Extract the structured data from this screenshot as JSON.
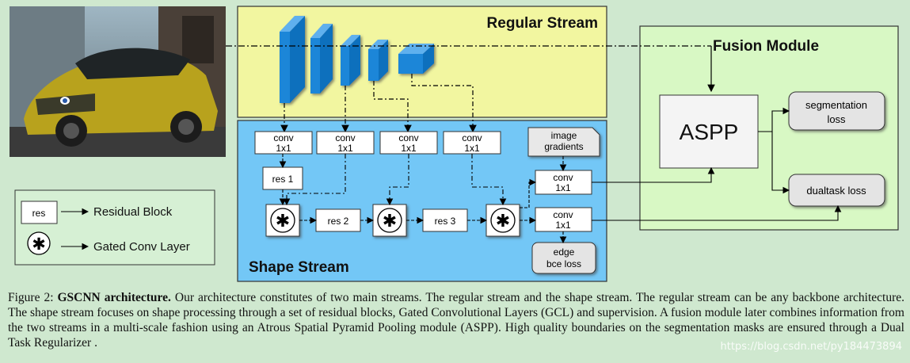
{
  "regular_stream": {
    "title": "Regular Stream"
  },
  "shape_stream": {
    "title": "Shape Stream"
  },
  "fusion_module": {
    "title": "Fusion Module",
    "aspp_label": "ASPP"
  },
  "conv_blocks": [
    {
      "line1": "conv",
      "line2": "1x1"
    },
    {
      "line1": "conv",
      "line2": "1x1"
    },
    {
      "line1": "conv",
      "line2": "1x1"
    },
    {
      "line1": "conv",
      "line2": "1x1"
    },
    {
      "line1": "conv",
      "line2": "1x1"
    },
    {
      "line1": "conv",
      "line2": "1x1"
    }
  ],
  "res_blocks": [
    "res 1",
    "res 2",
    "res 3"
  ],
  "gate_symbol": "✱",
  "image_gradients": {
    "line1": "image",
    "line2": "gradients"
  },
  "edge_loss": {
    "line1": "edge",
    "line2": "bce loss"
  },
  "segmentation_loss": {
    "line1": "segmentation",
    "line2": "loss"
  },
  "dualtask_loss": "dualtask loss",
  "legend": {
    "res_box": "res",
    "residual_block": "Residual Block",
    "gated_conv_layer": "Gated Conv Layer"
  },
  "colors": {
    "background": "#cfe8cf",
    "regular_stream": "#f2f6a0",
    "shape_stream": "#73c7f6",
    "fusion_module": "#d8f8c4",
    "encoder_blocks": "#1a86d8"
  },
  "caption": {
    "prefix": "Figure 2: ",
    "bold": "GSCNN architecture.",
    "text": " Our architecture constitutes of two main streams. The regular stream and the shape stream. The regular stream can be any backbone architecture. The shape stream focuses on shape processing through a set of residual blocks, Gated Convolutional Layers (GCL) and supervision. A fusion module later combines information from the two streams in a multi-scale fashion using an Atrous Spatial Pyramid Pooling module (ASPP). High quality boundaries on the segmentation masks are ensured through a Dual Task Regularizer ."
  },
  "watermark": "https://blog.csdn.net/py184473894"
}
